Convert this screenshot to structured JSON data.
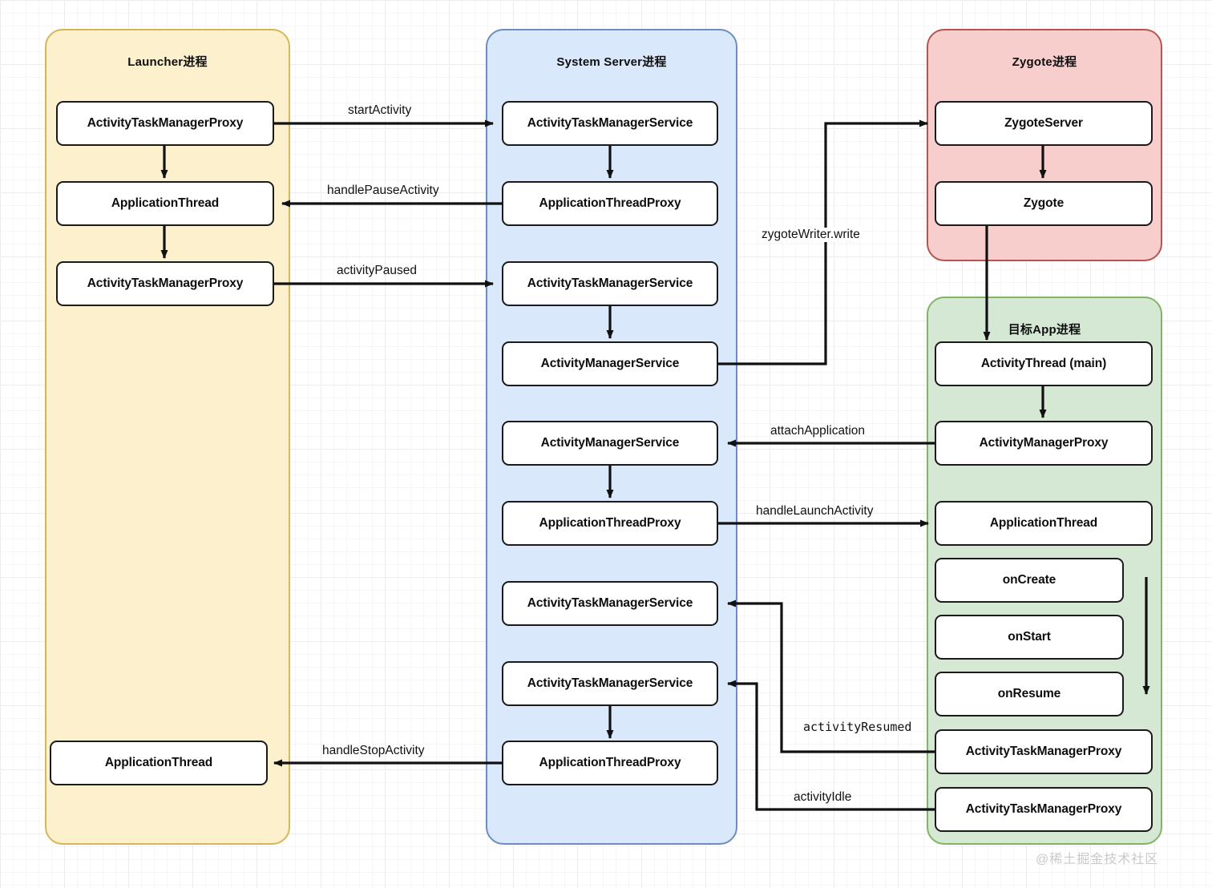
{
  "diagram": {
    "title": "Android Activity Launch Flow",
    "watermark": "@稀土掘金技术社区",
    "colors": {
      "launcher_fill": "#FCF0CD",
      "launcher_stroke": "#D6B656",
      "system_server_fill": "#DAE8FC",
      "system_server_stroke": "#6C8EBF",
      "zygote_fill": "#F8CECC",
      "zygote_stroke": "#B85450",
      "app_fill": "#D5E8D4",
      "app_stroke": "#82B366",
      "node_fill": "#FFFFFF",
      "node_stroke": "#1A1A1A",
      "edge": "#111111"
    }
  },
  "lanes": [
    {
      "id": "launcher",
      "title": "Launcher进程"
    },
    {
      "id": "system_server",
      "title": "System Server进程"
    },
    {
      "id": "zygote",
      "title": "Zygote进程"
    },
    {
      "id": "app",
      "title": "目标App进程"
    }
  ],
  "nodes": {
    "launcher": [
      {
        "id": "l1",
        "label": "ActivityTaskManagerProxy"
      },
      {
        "id": "l2",
        "label": "ApplicationThread"
      },
      {
        "id": "l3",
        "label": "ActivityTaskManagerProxy"
      },
      {
        "id": "l4",
        "label": "ApplicationThread"
      }
    ],
    "system_server": [
      {
        "id": "s1",
        "label": "ActivityTaskManagerService"
      },
      {
        "id": "s2",
        "label": "ApplicationThreadProxy"
      },
      {
        "id": "s3",
        "label": "ActivityTaskManagerService"
      },
      {
        "id": "s4",
        "label": "ActivityManagerService"
      },
      {
        "id": "s5",
        "label": "ActivityManagerService"
      },
      {
        "id": "s6",
        "label": "ApplicationThreadProxy"
      },
      {
        "id": "s7",
        "label": "ActivityTaskManagerService"
      },
      {
        "id": "s8",
        "label": "ActivityTaskManagerService"
      },
      {
        "id": "s9",
        "label": "ApplicationThreadProxy"
      }
    ],
    "zygote": [
      {
        "id": "z1",
        "label": "ZygoteServer"
      },
      {
        "id": "z2",
        "label": "Zygote"
      }
    ],
    "app": [
      {
        "id": "a1",
        "label": "ActivityThread (main)"
      },
      {
        "id": "a2",
        "label": "ActivityManagerProxy"
      },
      {
        "id": "a3",
        "label": "ApplicationThread"
      },
      {
        "id": "a4",
        "label": "onCreate"
      },
      {
        "id": "a5",
        "label": "onStart"
      },
      {
        "id": "a6",
        "label": "onResume"
      },
      {
        "id": "a7",
        "label": "ActivityTaskManagerProxy"
      },
      {
        "id": "a8",
        "label": "ActivityTaskManagerProxy"
      }
    ]
  },
  "edge_labels": [
    {
      "id": "e1",
      "text": "startActivity",
      "style": "sans"
    },
    {
      "id": "e2",
      "text": "handlePauseActivity",
      "style": "sans"
    },
    {
      "id": "e3",
      "text": "activityPaused",
      "style": "sans"
    },
    {
      "id": "e4",
      "text": "zygoteWriter.write",
      "style": "sans"
    },
    {
      "id": "e5",
      "text": "attachApplication",
      "style": "sans"
    },
    {
      "id": "e6",
      "text": "handleLaunchActivity",
      "style": "sans"
    },
    {
      "id": "e7",
      "text": "activityResumed",
      "style": "mono"
    },
    {
      "id": "e8",
      "text": "activityIdle",
      "style": "sans"
    },
    {
      "id": "e9",
      "text": "handleStopActivity",
      "style": "sans"
    }
  ]
}
